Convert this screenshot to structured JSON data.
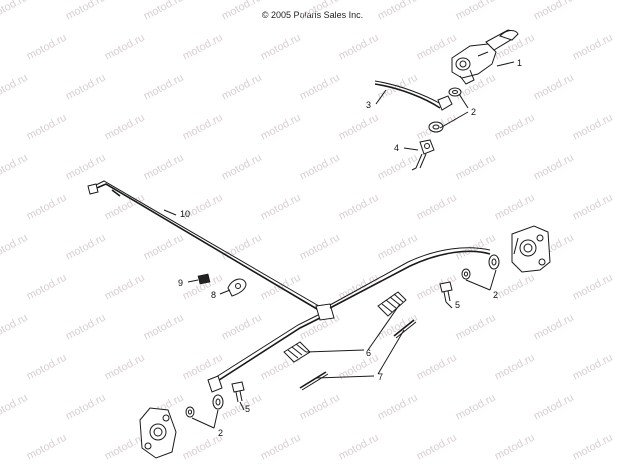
{
  "copyright": "© 2005 Polaris Sales Inc.",
  "watermark": "motod.ru",
  "callouts": {
    "c1": "1",
    "c2a": "2",
    "c2b": "2",
    "c2c": "2",
    "c3": "3",
    "c4": "4",
    "c5a": "5",
    "c5b": "5",
    "c6": "6",
    "c7": "7",
    "c8": "8",
    "c9": "9",
    "c10": "10"
  }
}
